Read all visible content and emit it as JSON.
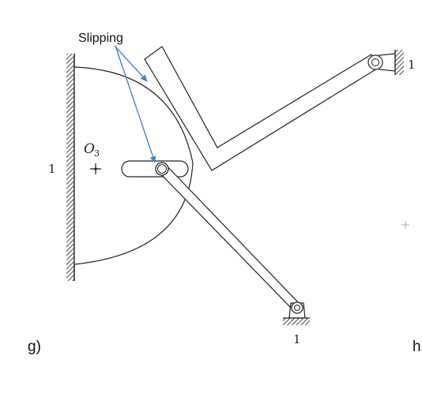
{
  "annotation": {
    "text": "Slipping",
    "arrow_color": "#4a86c8"
  },
  "ground_labels": {
    "left": "1",
    "right": "1",
    "bottom": "1"
  },
  "pivot_label": {
    "main": "O",
    "subscript": "3"
  },
  "figure_labels": {
    "left": "g)",
    "right": "h"
  },
  "colors": {
    "line": "#222222",
    "hatch": "#555555",
    "arrow": "#4a86c8"
  }
}
